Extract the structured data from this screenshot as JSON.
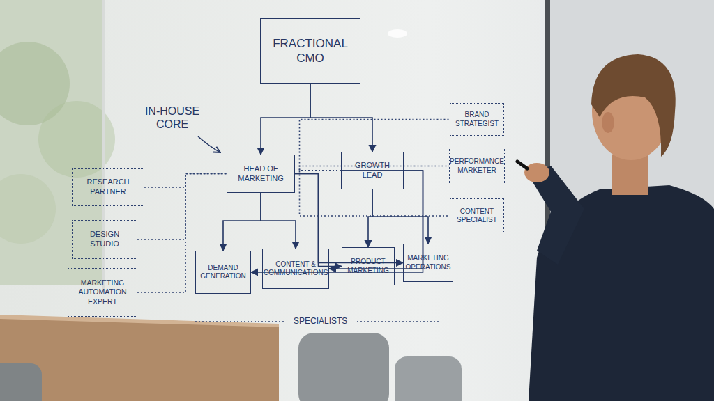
{
  "diagram": {
    "nodes": [
      {
        "text": [
          "FRACTIONAL CMO"
        ]
      },
      {
        "text": [
          "HEAD OF MARKETING"
        ]
      },
      {
        "text": [
          "GROWTH LEAD"
        ]
      },
      {
        "text": [
          "RESEARCH PARTNER"
        ]
      },
      {
        "text": [
          "DESIGN STUDIO"
        ]
      },
      {
        "text": [
          "MARKETING AUTOMATION EXPERT"
        ]
      },
      {
        "text": [
          "BRAND STRATEGIST"
        ]
      },
      {
        "text": [
          "PERFORMANCE MARKETER"
        ]
      },
      {
        "text": [
          "CONTENT SPECIALIST"
        ]
      },
      {
        "text": [
          "DEMAND GENERATION"
        ]
      },
      {
        "text": [
          "CONTENT & COMMUNICATIONS"
        ]
      },
      {
        "text": [
          "PRODUCT MARKETING"
        ]
      },
      {
        "text": [
          "MARKETING OPERATIONS"
        ]
      }
    ],
    "edges": [
      {
        "from": 0,
        "to": 1,
        "arrow": "to"
      },
      {
        "from": 0,
        "to": 2,
        "arrow": "to"
      },
      {
        "from": 1,
        "to": 9,
        "arrow": "to"
      },
      {
        "from": 1,
        "to": 10,
        "arrow": "to"
      },
      {
        "from": 1,
        "to": 11,
        "arrow": "to"
      },
      {
        "from": 1,
        "to": 12,
        "arrow": "to"
      },
      {
        "from": 2,
        "to": 9,
        "arrow": "to"
      },
      {
        "from": 2,
        "to": 10,
        "arrow": "to"
      },
      {
        "from": 2,
        "to": 11,
        "arrow": "to"
      },
      {
        "from": 2,
        "to": 12,
        "arrow": "to"
      },
      {
        "from": 3,
        "to": 1,
        "arrow": "none"
      },
      {
        "from": 4,
        "to": 1,
        "arrow": "none"
      },
      {
        "from": 5,
        "to": 1,
        "arrow": "none"
      },
      {
        "from": 2,
        "to": 6,
        "arrow": "none"
      },
      {
        "from": 2,
        "to": 7,
        "arrow": "none"
      },
      {
        "from": 2,
        "to": 8,
        "arrow": "none"
      }
    ],
    "labels": [
      "IN-HOUSE CORE",
      "SPECIALISTS"
    ]
  }
}
